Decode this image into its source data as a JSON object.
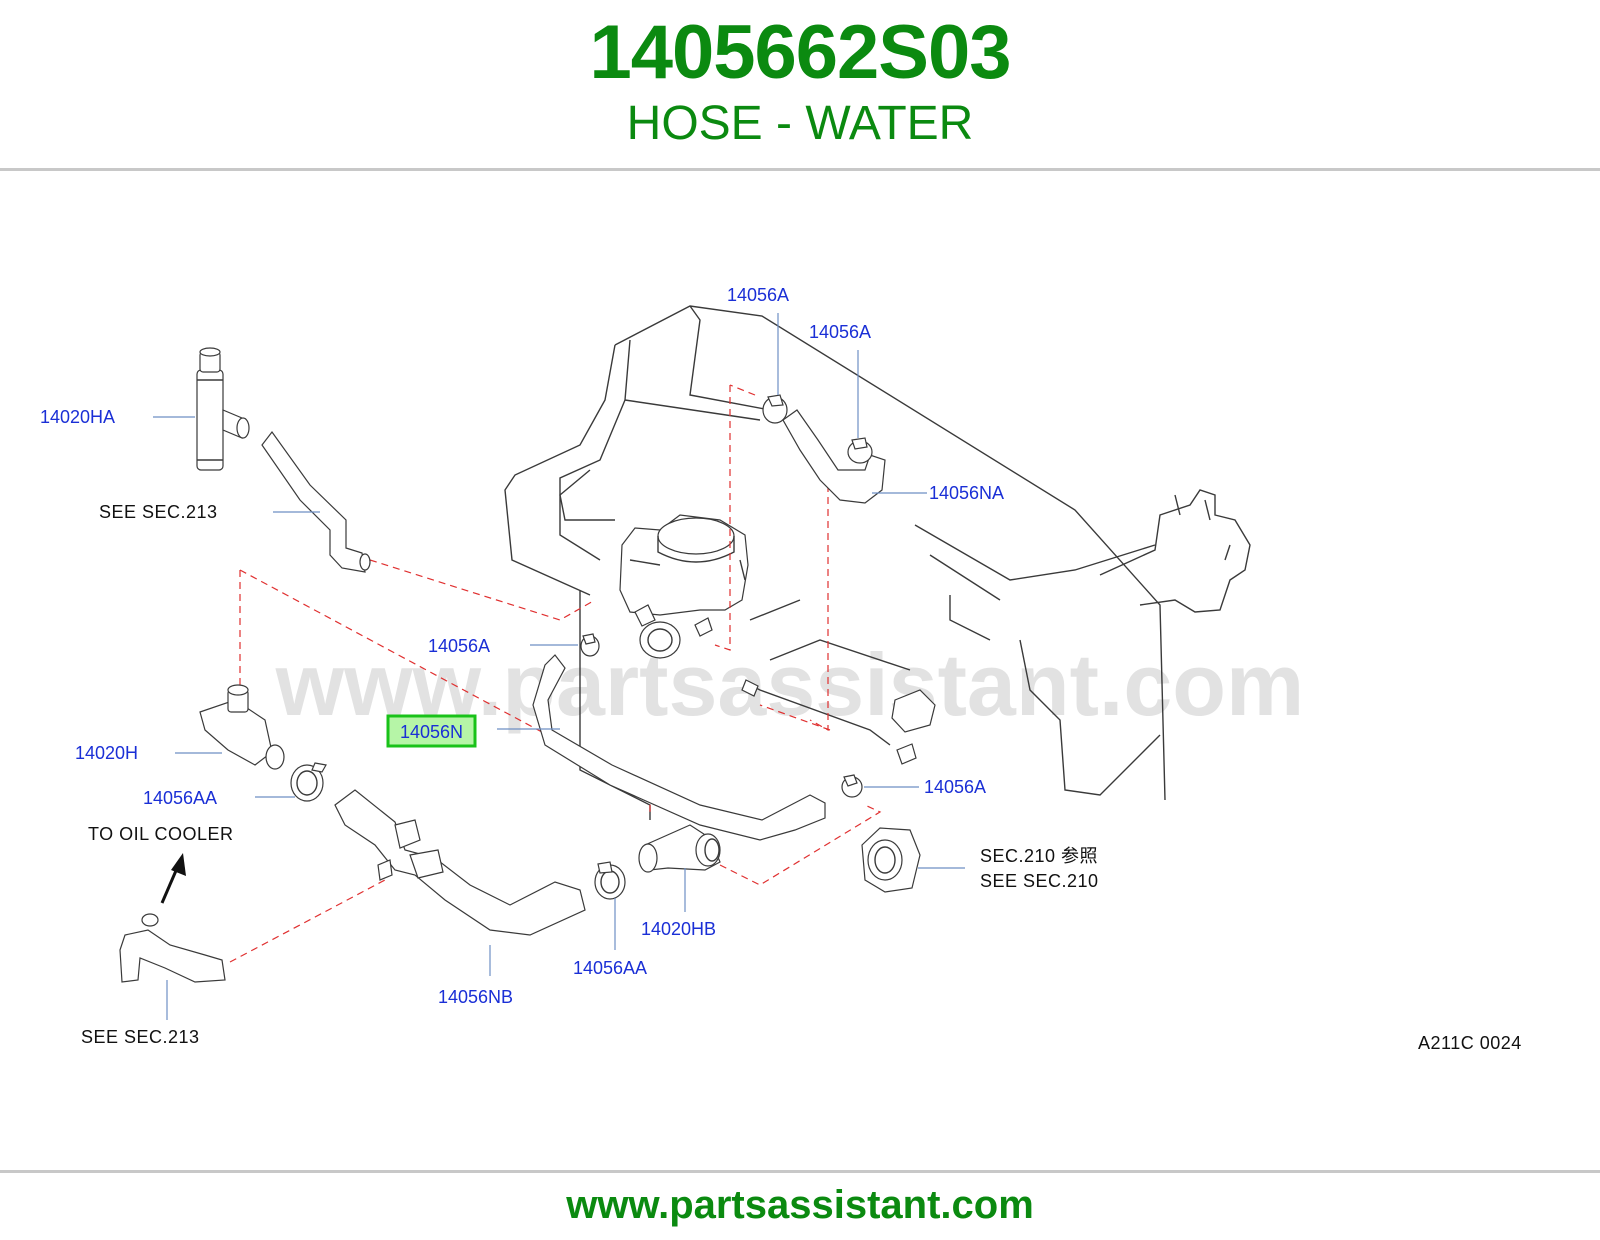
{
  "header": {
    "part_number": "1405662S03",
    "part_name": "HOSE - WATER"
  },
  "diagram": {
    "watermark": "www.partsassistant.com",
    "callouts": [
      {
        "id": "c-14056a-top",
        "text": "14056A"
      },
      {
        "id": "c-14056a-second",
        "text": "14056A"
      },
      {
        "id": "c-14020ha",
        "text": "14020HA"
      },
      {
        "id": "c-14056na",
        "text": "14056NA"
      },
      {
        "id": "c-14056a-mid",
        "text": "14056A"
      },
      {
        "id": "c-14056n",
        "text": "14056N",
        "highlighted": true
      },
      {
        "id": "c-14020h",
        "text": "14020H"
      },
      {
        "id": "c-14056aa-left",
        "text": "14056AA"
      },
      {
        "id": "c-14056a-right",
        "text": "14056A"
      },
      {
        "id": "c-14020hb",
        "text": "14020HB"
      },
      {
        "id": "c-14056aa-bottom",
        "text": "14056AA"
      },
      {
        "id": "c-14056nb",
        "text": "14056NB"
      }
    ],
    "notes": {
      "see_sec_213_top": "SEE   SEC.213",
      "to_oil_cooler": "TO   OIL   COOLER",
      "sec_210_ref": "SEC.210        参照",
      "see_sec_210": "SEE   SEC.210",
      "see_sec_213_bottom": "SEE   SEC.213",
      "diagram_code": "A211C   0024"
    },
    "colors": {
      "callout": "#1a2fd6",
      "highlight_border": "#19c219",
      "highlight_fill": "#b6f5a7",
      "dashed_guide": "#e03030"
    }
  },
  "footer": {
    "url": "www.partsassistant.com"
  }
}
